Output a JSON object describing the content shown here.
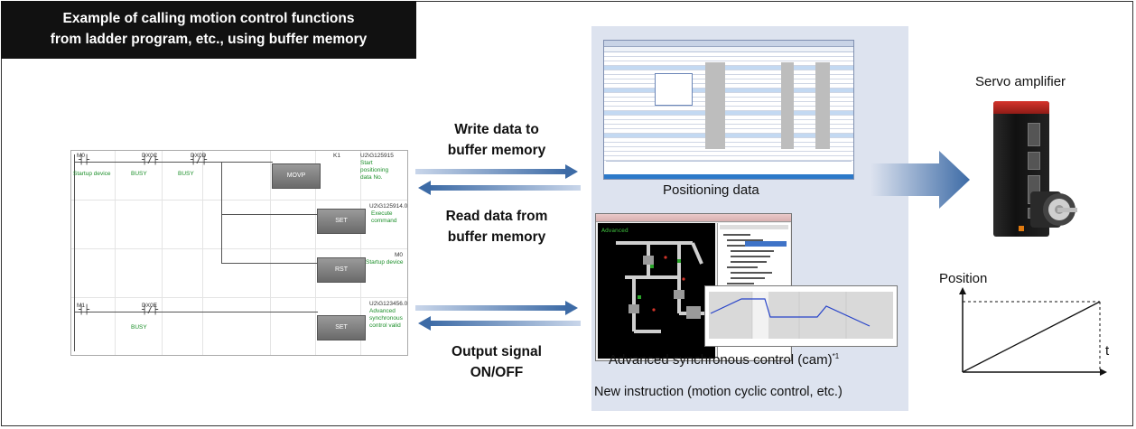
{
  "title_lines": [
    "Example of calling motion control functions",
    "from ladder program, etc., using buffer memory"
  ],
  "arrows": {
    "write_lines": [
      "Write data to",
      "buffer memory"
    ],
    "read_lines": [
      "Read data from",
      "buffer memory"
    ],
    "output_lines": [
      "Output signal",
      "ON/OFF"
    ]
  },
  "panel": {
    "positioning_label": "Positioning data",
    "cam_label": "Advanced synchronous control (cam)",
    "cam_note": "*1",
    "new_instruction_label": "New instruction (motion cyclic control, etc.)"
  },
  "servo_label": "Servo amplifier",
  "position_chart": {
    "ylabel": "Position",
    "xlabel": "t"
  },
  "ladder": {
    "rung1": {
      "c1": "M0",
      "c1_sub": "Startup device",
      "c2": "DX0C",
      "c2_sub": "BUSY",
      "c3": "DX0D",
      "c3_sub": "BUSY",
      "instr": "MOVP",
      "operand": "K1",
      "dest": "U2\\G125915",
      "dest_lines": [
        "Start",
        "positioning",
        "data No."
      ]
    },
    "rung2": {
      "instr": "SET",
      "dest": "U2\\G125914.0",
      "dest_lines": [
        "Execute",
        "command"
      ]
    },
    "rung3": {
      "instr": "RST",
      "dest": "M0",
      "dest_lines": [
        "Startup device"
      ]
    },
    "rung4": {
      "c1": "M1",
      "c2": "DX0E",
      "c2_sub": "BUSY",
      "instr": "SET",
      "dest": "U2\\G123456.0",
      "dest_lines": [
        "Advanced",
        "synchronous",
        "control valid"
      ]
    }
  },
  "colors": {
    "arrow_blue": "#3d6ba6",
    "panel_bg": "#dde3ef",
    "ladder_green": "#1c8f2a",
    "title_bg": "#111111"
  }
}
